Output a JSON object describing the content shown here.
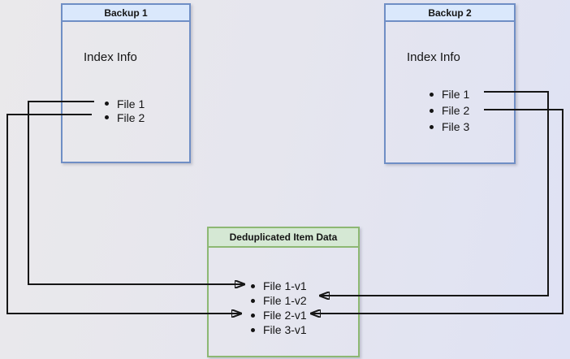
{
  "diagram": {
    "backup1": {
      "title": "Backup 1",
      "subtitle": "Index Info",
      "items": [
        "File 1",
        "File 2"
      ]
    },
    "backup2": {
      "title": "Backup 2",
      "subtitle": "Index Info",
      "items": [
        "File 1",
        "File 2",
        "File 3"
      ]
    },
    "dedup": {
      "title": "Deduplicated Item Data",
      "items": [
        "File 1-v1",
        "File 1-v2",
        "File 2-v1",
        "File 3-v1"
      ]
    },
    "connections": [
      {
        "from": "Backup 1 / File 1",
        "to": "File 1-v1"
      },
      {
        "from": "Backup 1 / File 2",
        "to": "File 2-v1"
      },
      {
        "from": "Backup 2 / File 1",
        "to": "File 1-v2"
      },
      {
        "from": "Backup 2 / File 2",
        "to": "File 2-v1"
      }
    ],
    "colors": {
      "blue_fill": "#dae8fc",
      "blue_border": "#6f8ec5",
      "green_fill": "#d5e8d4",
      "green_border": "#8db873",
      "connector": "#161616"
    }
  }
}
